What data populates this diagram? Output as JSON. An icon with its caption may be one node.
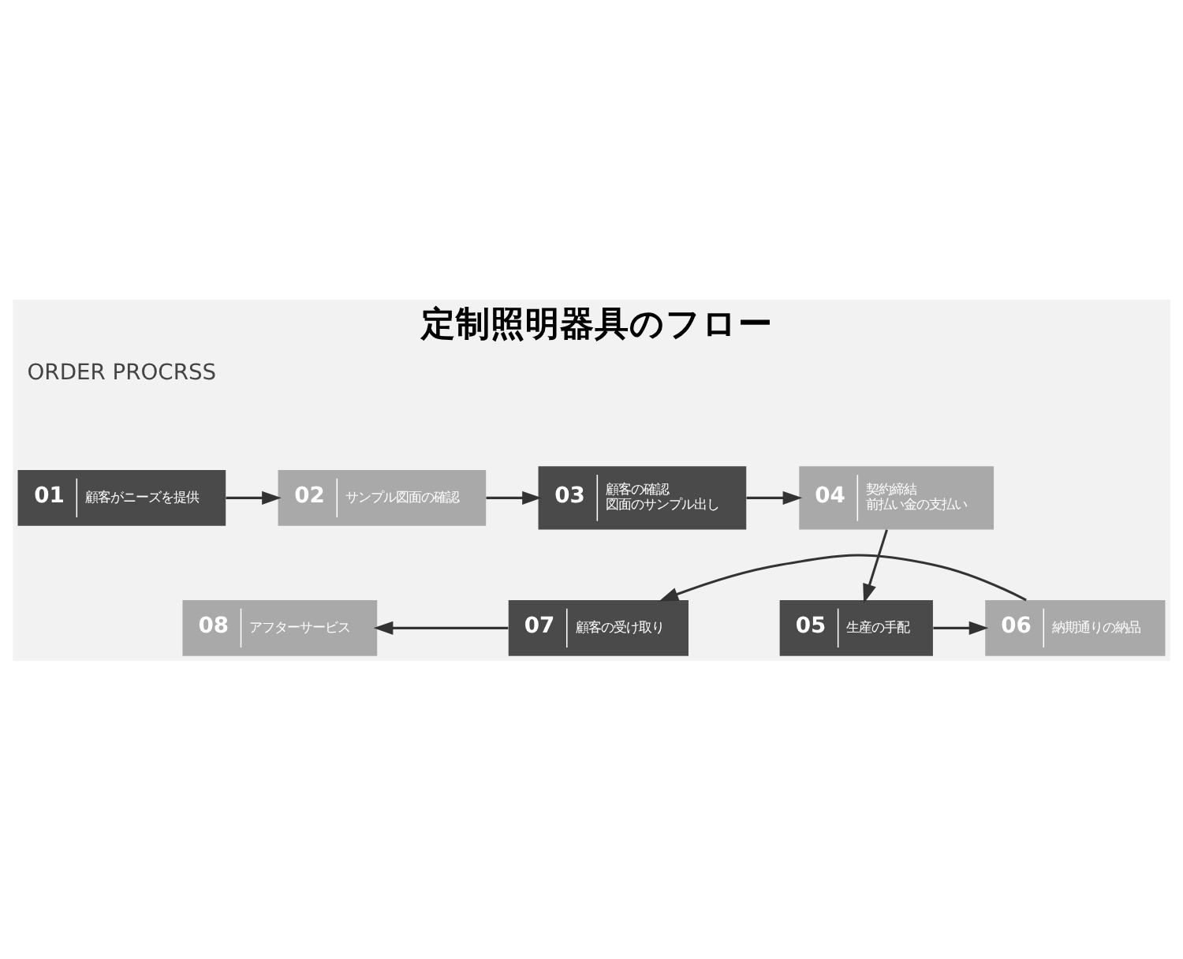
{
  "diagram": {
    "title": "定制照明器具のフロー",
    "nodes": [
      {
        "text": [
          "01",
          "顧客がニーズを提供"
        ]
      },
      {
        "text": [
          "02",
          "サンプル図面の確認"
        ]
      },
      {
        "text": [
          "03",
          "顧客の確認",
          "図面のサンプル出し"
        ]
      },
      {
        "text": [
          "04",
          "契約締結",
          "前払い金の支払い"
        ]
      },
      {
        "text": [
          "05",
          "生産の手配"
        ]
      },
      {
        "text": [
          "06",
          "納期通りの納品"
        ]
      },
      {
        "text": [
          "07",
          "顧客の受け取り"
        ]
      },
      {
        "text": [
          "08",
          "アフターサービス"
        ]
      }
    ],
    "edges": [
      {
        "from": 0,
        "to": 1,
        "arrow": "to"
      },
      {
        "from": 1,
        "to": 2,
        "arrow": "to"
      },
      {
        "from": 2,
        "to": 3,
        "arrow": "to"
      },
      {
        "from": 3,
        "to": 4,
        "arrow": "to"
      },
      {
        "from": 4,
        "to": 5,
        "arrow": "to"
      },
      {
        "from": 5,
        "to": 6,
        "arrow": "to"
      },
      {
        "from": 6,
        "to": 7,
        "arrow": "to"
      }
    ],
    "labels": [
      "ORDER PROCRSS"
    ]
  }
}
